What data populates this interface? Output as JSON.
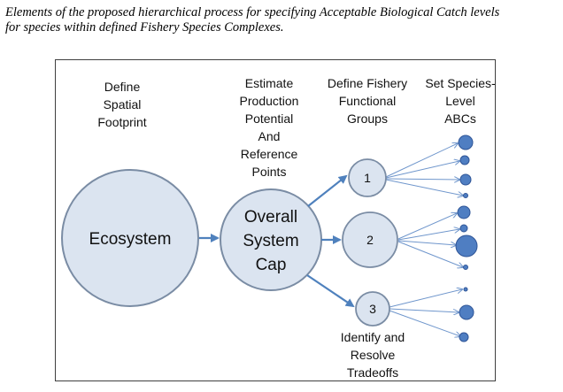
{
  "caption": {
    "line1": "Elements of the proposed hierarchical process for specifying Acceptable Biological Catch levels",
    "line2": "for species within defined Fishery Species Complexes."
  },
  "headers": {
    "spatial": [
      "Define",
      "Spatial",
      "Footprint"
    ],
    "production": [
      "Estimate",
      "Production",
      "Potential",
      "And",
      "Reference",
      "Points"
    ],
    "functional": [
      "Define Fishery",
      "Functional",
      "Groups"
    ],
    "species": [
      "Set Species-",
      "Level",
      "ABCs"
    ]
  },
  "nodes": {
    "ecosystem": "Ecosystem",
    "cap": [
      "Overall",
      "System",
      "Cap"
    ],
    "group1": "1",
    "group2": "2",
    "group3": "3"
  },
  "tradeoffs": [
    "Identify and",
    "Resolve",
    "Tradeoffs"
  ],
  "colors": {
    "circle_fill": "#dbe4f0",
    "circle_stroke": "#7a8ca4",
    "arrow": "#4f81bd",
    "species_fill": "#4f7ec2",
    "species_stroke": "#2f5597",
    "thin_line": "#6f96cc"
  }
}
